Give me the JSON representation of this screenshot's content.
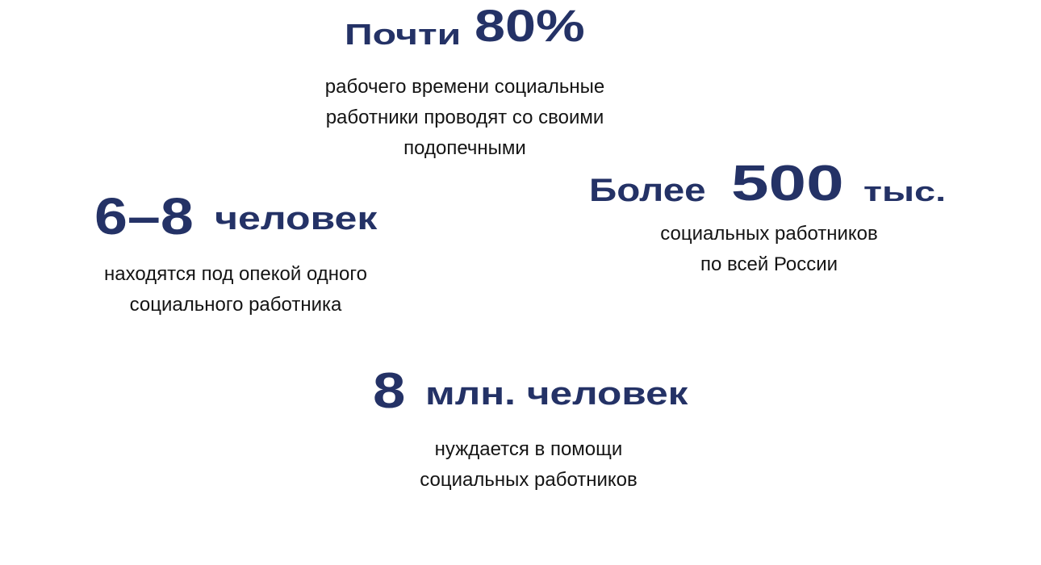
{
  "stats": [
    {
      "prefix": "Почти",
      "value": "80%",
      "lines": [
        "рабочего времени социальные",
        "работники проводят со своими",
        "подопечными"
      ]
    },
    {
      "value": "6–8",
      "suffix": "человек",
      "lines": [
        "находятся под опекой одного",
        "социального работника"
      ]
    },
    {
      "prefix": "Более",
      "value": "500",
      "suffix": "тыс.",
      "lines": [
        "социальных работников",
        "по всей России"
      ]
    },
    {
      "value": "8",
      "suffix": "млн. человек",
      "lines": [
        "нуждается в помощи",
        "социальных работников"
      ]
    }
  ],
  "colors": {
    "accent": "#243266",
    "text": "#141414"
  }
}
